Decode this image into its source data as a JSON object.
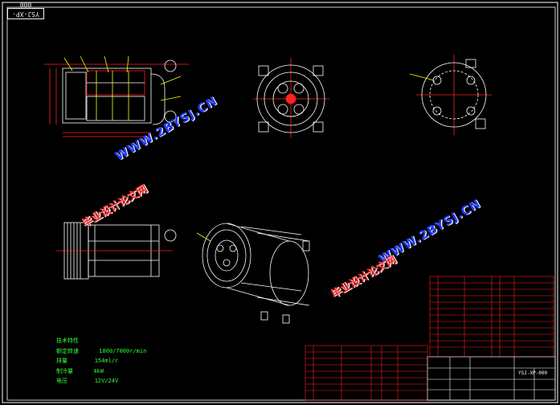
{
  "drawing_number": "YSJ-XP-000",
  "title_block": {
    "drawing_number": "YSJ-XP-000"
  },
  "watermarks": {
    "url": "WWW.2BYSJ.CN",
    "site_name": "毕业设计论文网"
  },
  "tech_specs": {
    "heading": "技术特性",
    "rows": [
      [
        "额定转速",
        "1800/7000r/min"
      ],
      [
        "排量",
        "154ml/r"
      ],
      [
        "制冷量",
        "4kW"
      ],
      [
        "电压",
        "12V/24V"
      ]
    ]
  },
  "colors": {
    "frame": "#ffffff",
    "outline": "#ffffff",
    "hidden": "#ff2020",
    "annotation": "#ffff00",
    "table_grid": "#ff2020",
    "spec_text": "#33ff33",
    "watermark_url": "#1f3bff",
    "watermark_site": "#ff3030"
  }
}
